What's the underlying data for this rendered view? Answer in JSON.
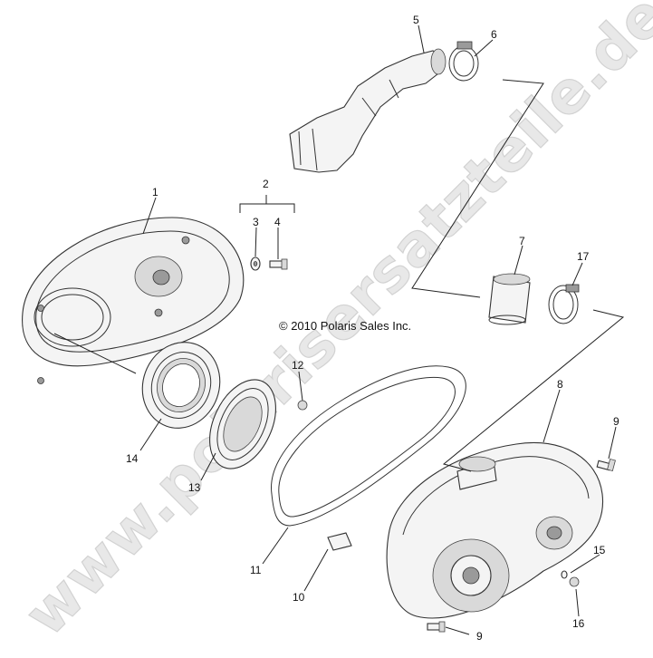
{
  "watermark": {
    "text": "www.polarisersatzteile.de"
  },
  "copyright": "© 2010 Polaris Sales Inc.",
  "callouts": {
    "c1": "1",
    "c2": "2",
    "c3": "3",
    "c4": "4",
    "c5": "5",
    "c6": "6",
    "c7": "7",
    "c8": "8",
    "c9a": "9",
    "c9b": "9",
    "c10": "10",
    "c11": "11",
    "c12": "12",
    "c13": "13",
    "c14": "14",
    "c15": "15",
    "c16": "16",
    "c17": "17"
  },
  "colors": {
    "ink": "#222222",
    "watermark": "#d2d2d2",
    "part_fill": "#f4f4f4"
  }
}
